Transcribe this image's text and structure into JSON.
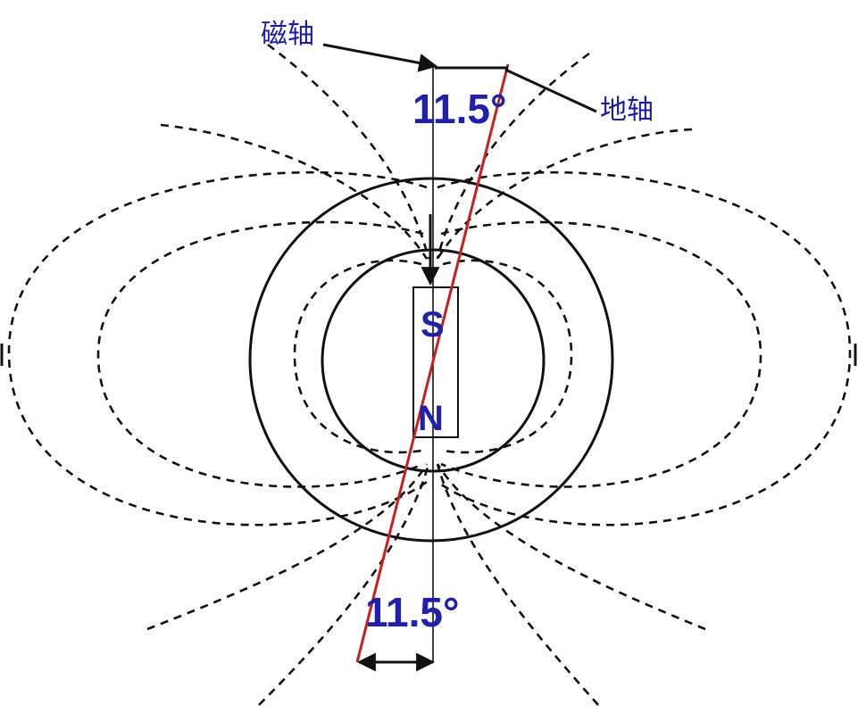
{
  "labels": {
    "magnetic_axis": "磁轴",
    "geographic_axis": "地轴",
    "angle_top": "11.5°",
    "angle_bottom": "11.5°",
    "pole_s": "S",
    "pole_n": "N"
  },
  "colors": {
    "line": "#111111",
    "geographic_axis": "#c8201c",
    "text": "#1f1fb0"
  }
}
